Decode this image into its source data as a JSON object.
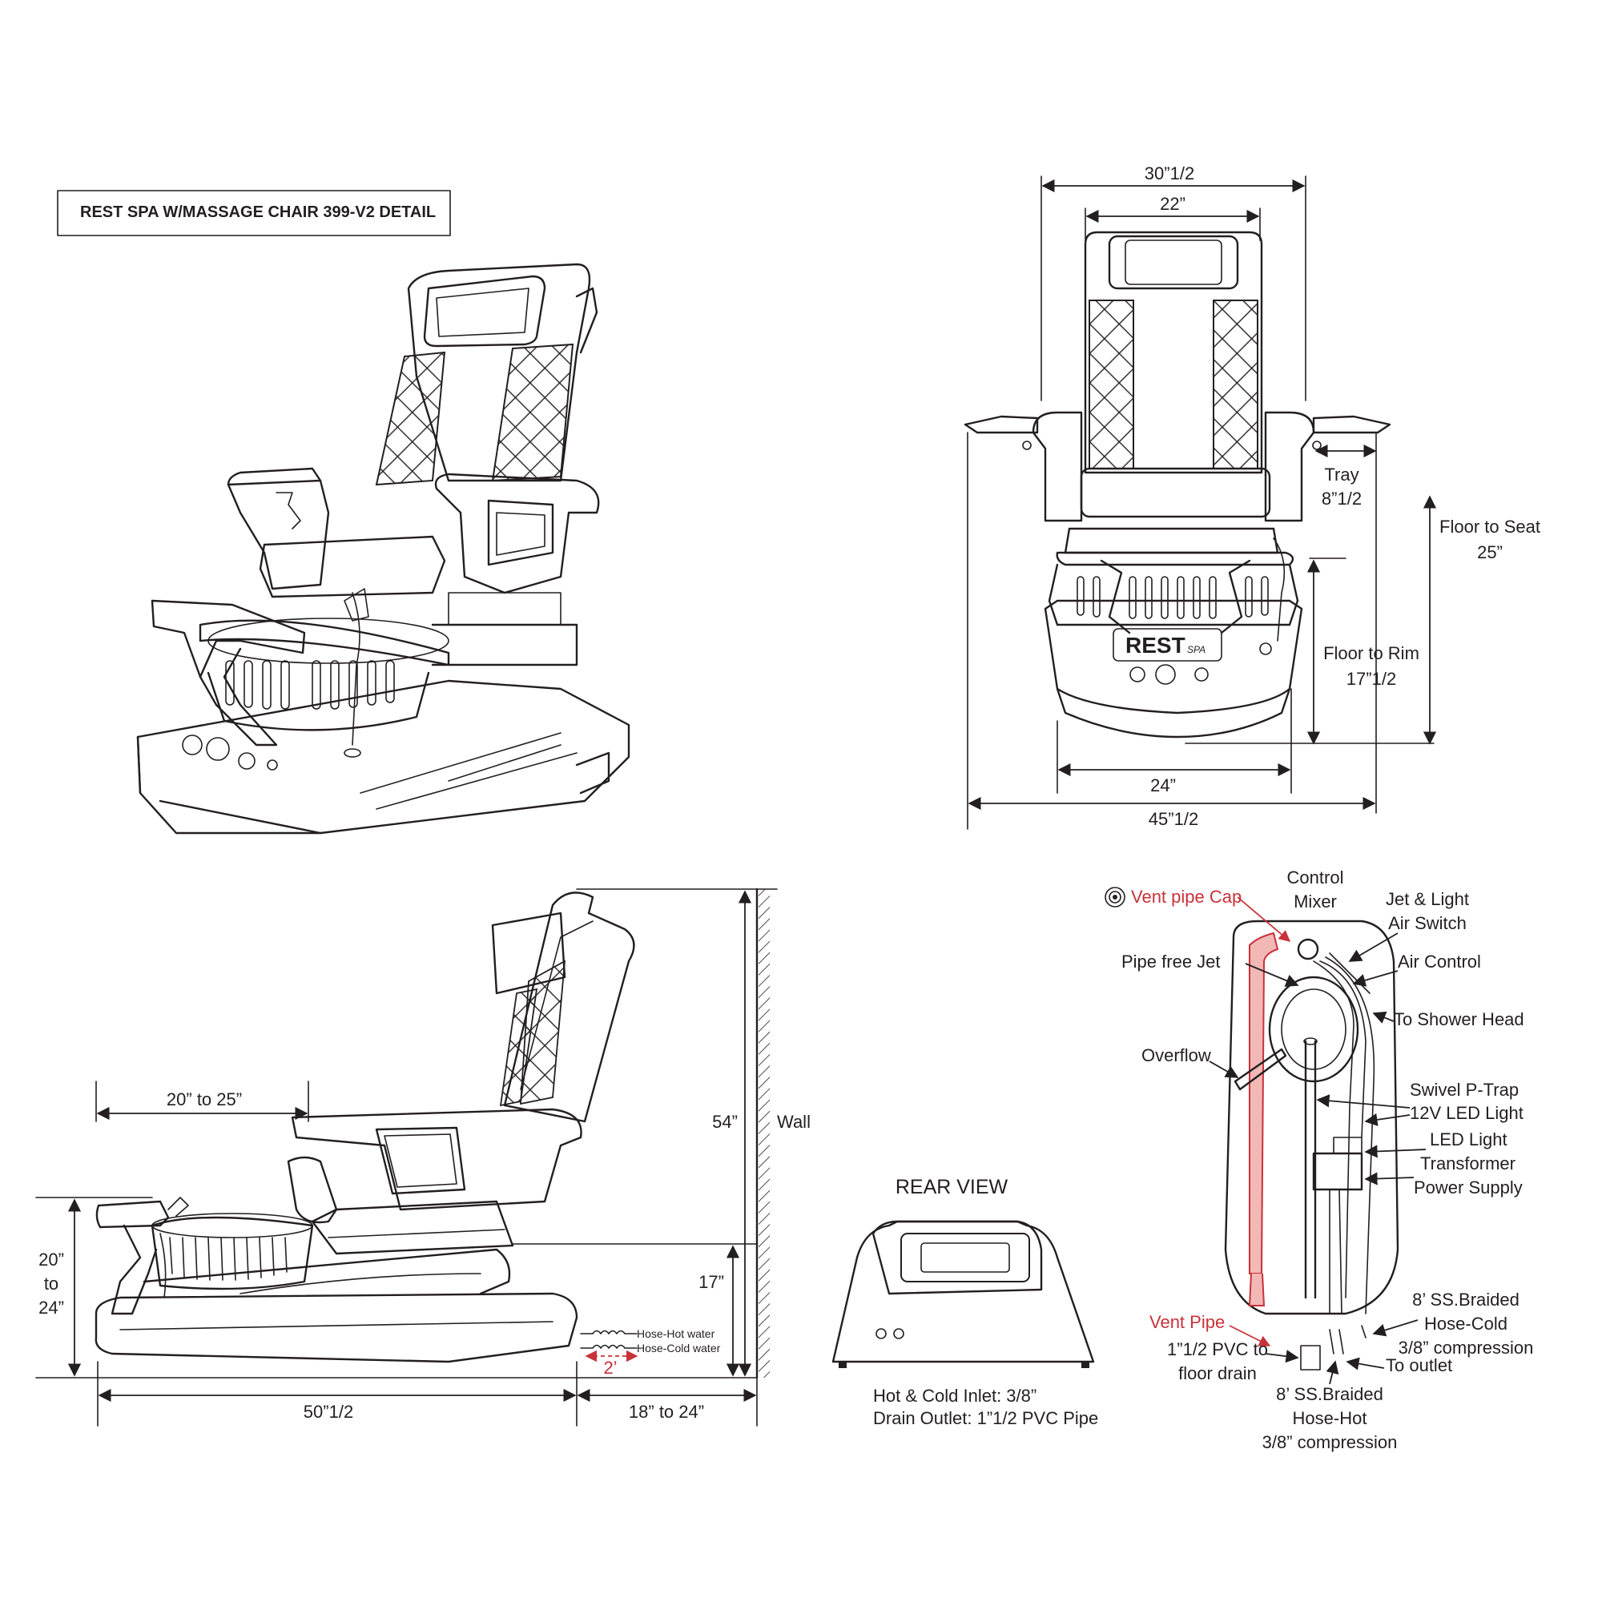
{
  "title": "REST SPA  W/MASSAGE CHAIR 399-V2 DETAIL",
  "front_view": {
    "width_overall_top": "30”1/2",
    "width_back": "22”",
    "tray_label": "Tray",
    "tray_value": "8”1/2",
    "floor_to_seat_label": "Floor to Seat",
    "floor_to_seat_value": "25”",
    "floor_to_rim_label": "Floor to Rim",
    "floor_to_rim_value": "17”1/2",
    "base_width": "24”",
    "overall_width": "45”1/2",
    "logo_main": "REST",
    "logo_sub": "SPA"
  },
  "side_view": {
    "footrest_reach": "20” to 25”",
    "height_total": "54”",
    "wall_label": "Wall",
    "footrest_height_top": "20”",
    "footrest_height_mid": "to",
    "footrest_height_bot": "24”",
    "seat_height": "17”",
    "hose_hot": "Hose-Hot water",
    "hose_cold": "Hose-Cold water",
    "hose_len": "2’",
    "length": "50”1/2",
    "wall_clearance": "18” to 24”"
  },
  "rear_view": {
    "title": "REAR VIEW",
    "inlet": "Hot & Cold Inlet: 3/8”",
    "drain": "Drain Outlet: 1”1/2 PVC Pipe"
  },
  "plumbing": {
    "vent_pipe_cap": "Vent pipe Cap",
    "control_mixer_1": "Control",
    "control_mixer_2": "Mixer",
    "jet_light_1": "Jet & Light",
    "jet_light_2": "Air Switch",
    "pipe_free_jet": "Pipe free Jet",
    "air_control": "Air Control",
    "shower_head": "To Shower Head",
    "overflow": "Overflow",
    "ptrap": "Swivel P-Trap",
    "led_12v": "12V LED Light",
    "led_tr_1": "LED Light",
    "led_tr_2": "Transformer",
    "led_tr_3": "Power Supply",
    "braided_cold_1": "8’ SS.Braided",
    "braided_cold_2": "Hose-Cold",
    "braided_cold_3": "3/8” compression",
    "vent_pipe": "Vent Pipe",
    "pvc_1": "1”1/2 PVC to",
    "pvc_2": "floor drain",
    "to_outlet": "To outlet",
    "braided_hot_1": "8’ SS.Braided",
    "braided_hot_2": "Hose-Hot",
    "braided_hot_3": "3/8” compression"
  },
  "colors": {
    "line": "#231f20",
    "accent_red": "#c8323a",
    "pipe_fill": "#f2b8b5"
  }
}
